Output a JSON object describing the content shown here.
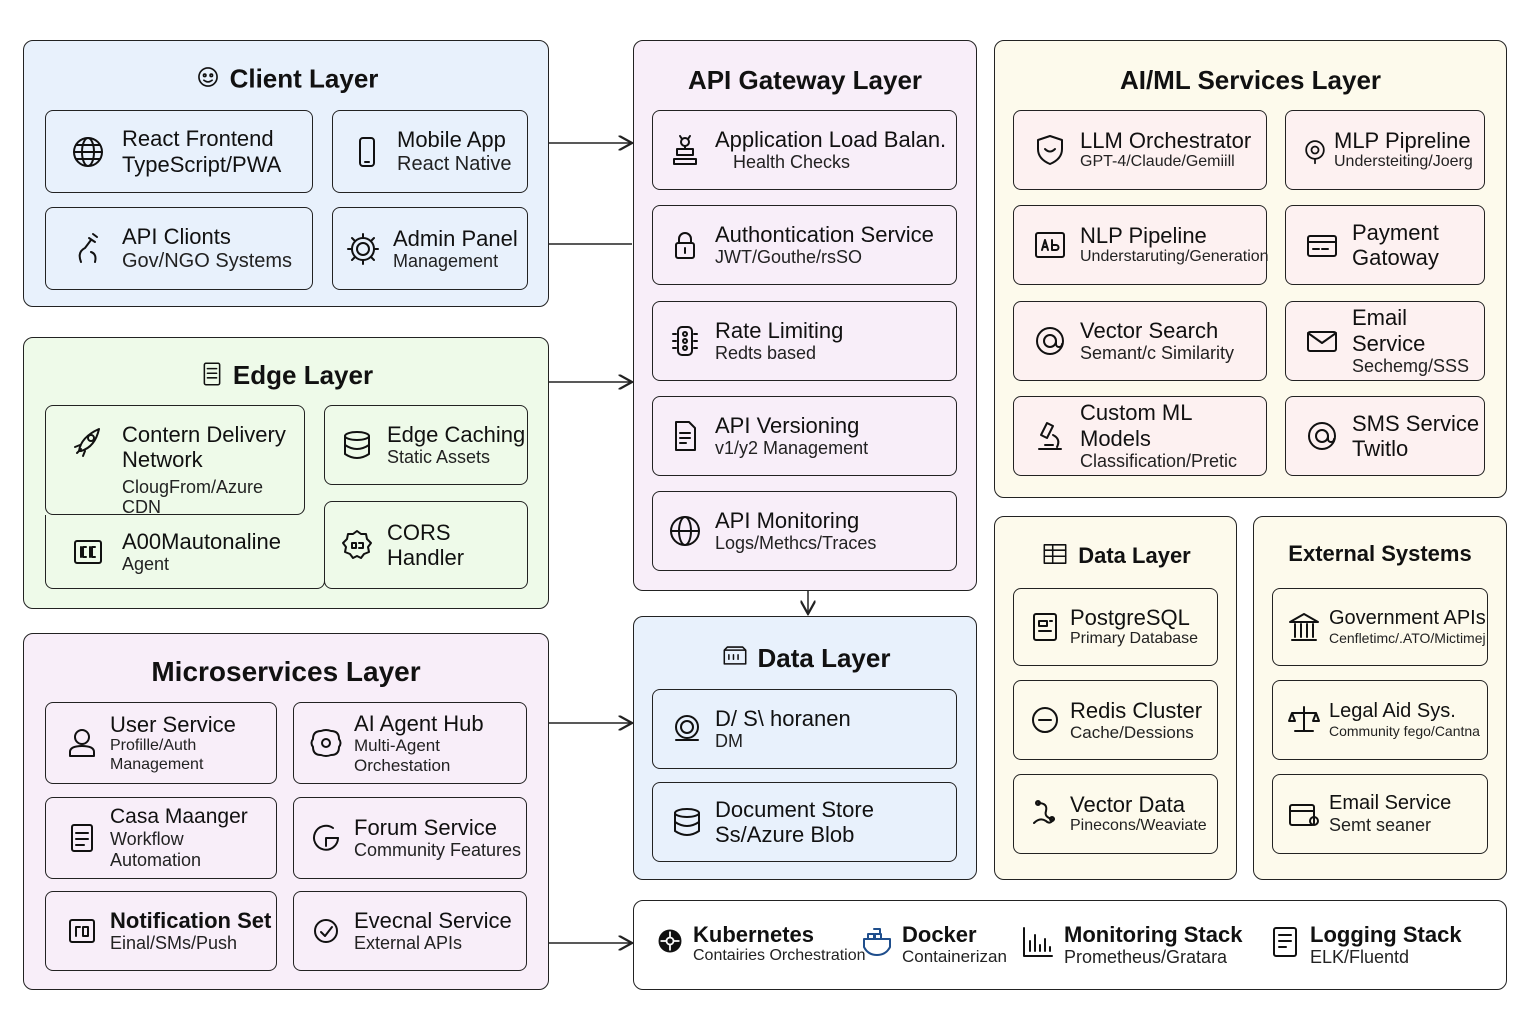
{
  "client_layer": {
    "title": "Client Layer",
    "cards": [
      {
        "t1": "React Frontend",
        "t2": "TypeScript/PWA"
      },
      {
        "t1": "Mobile App",
        "t2": "React Native"
      },
      {
        "t1": "API Clionts",
        "t2": "Gov/NGO Systems"
      },
      {
        "t1": "Admin Panel",
        "t2": "Management"
      }
    ]
  },
  "edge_layer": {
    "title": "Edge Layer",
    "cards": [
      {
        "t1": "Contern Delivery",
        "t1b": "Network",
        "t2": "ClougFrom/Azure CDN"
      },
      {
        "t1": "Edge Caching",
        "t2": "Static Assets"
      },
      {
        "t1": "A00Mautonaline",
        "t2": "Agent"
      },
      {
        "t1": "CORS",
        "t2": "Handler"
      }
    ]
  },
  "microservices_layer": {
    "title": "Microservices Layer",
    "cards": [
      {
        "t1": "User Service",
        "t2": "Profille/Auth Management"
      },
      {
        "t1": "AI Agent Hub",
        "t2": "Multi-Agent Orchestation"
      },
      {
        "t1": "Casa Maanger",
        "t2": "Workflow Automation"
      },
      {
        "t1": "Forum Service",
        "t2": "Community Features"
      },
      {
        "t1": "Notification Set",
        "t2": "Einal/SMs/Push"
      },
      {
        "t1": "Evecnal Service",
        "t2": "External APIs"
      }
    ]
  },
  "gateway_layer": {
    "title": "API Gateway Layer",
    "cards": [
      {
        "t1": "Application Load Balan.",
        "t2": "Health Checks"
      },
      {
        "t1": "Authontication Service",
        "t2": "JWT/Gouthe/rsSO"
      },
      {
        "t1": "Rate Limiting",
        "t2": "Redts based"
      },
      {
        "t1": "API Versioning",
        "t2": "v1/y2 Management"
      },
      {
        "t1": "API Monitoring",
        "t2": "Logs/Methcs/Traces"
      }
    ]
  },
  "data_layer_center": {
    "title": "Data Layer",
    "cards": [
      {
        "t1": "D/  S\\  horanen",
        "t2": "DM"
      },
      {
        "t1": "Document Store",
        "t2": "Ss/Azure Blob"
      }
    ]
  },
  "aiml_layer": {
    "title": "AI/ML Services Layer",
    "cards": [
      {
        "t1": "LLM Orchestrator",
        "t2": "GPT-4/Claude/Gemiill"
      },
      {
        "t1": "MLP Pipreline",
        "t2": "Understeiting/Joerg"
      },
      {
        "t1": "NLP Pipeline",
        "t2": "Understaruting/Generation"
      },
      {
        "t1": "Payment",
        "t2": "Gatoway"
      },
      {
        "t1": "Vector Search",
        "t2": "Semant/c Similarity"
      },
      {
        "t1": "Email Service",
        "t2": "Sechemg/SSS"
      },
      {
        "t1": "Custom ML Models",
        "t2": "Classification/Pretic"
      },
      {
        "t1": "SMS Service",
        "t2": "Twitlo"
      }
    ]
  },
  "data_layer_right": {
    "title": "Data Layer",
    "cards": [
      {
        "t1": "PostgreSQL",
        "t2": "Primary Database"
      },
      {
        "t1": "Redis Cluster",
        "t2": "Cache/Dessions"
      },
      {
        "t1": "Vector Data",
        "t2": "Pinecons/Weaviate"
      }
    ]
  },
  "external_systems": {
    "title": "External Systems",
    "cards": [
      {
        "t1": "Government APIs",
        "t2": "Cenfletimc/.ATO/Mictimej"
      },
      {
        "t1": "Legal Aid Sys.",
        "t2": "Community fego/Cantna"
      },
      {
        "t1": "Email Service",
        "t2": "Semt seaner"
      }
    ]
  },
  "infrastructure": {
    "items": [
      {
        "t1": "Kubernetes",
        "t2": "Contairies Orchestration"
      },
      {
        "t1": "Docker",
        "t2": "Containerizan"
      },
      {
        "t1": "Monitoring Stack",
        "t2": "Prometheus/Gratara"
      },
      {
        "t1": "Logging Stack",
        "t2": "ELK/Fluentd"
      }
    ]
  },
  "colors": {
    "blue": "#e8f1fc",
    "green": "#eefae9",
    "lavender": "#f8eef9",
    "cream": "#fdfaec",
    "pink": "#fdf1f1"
  }
}
